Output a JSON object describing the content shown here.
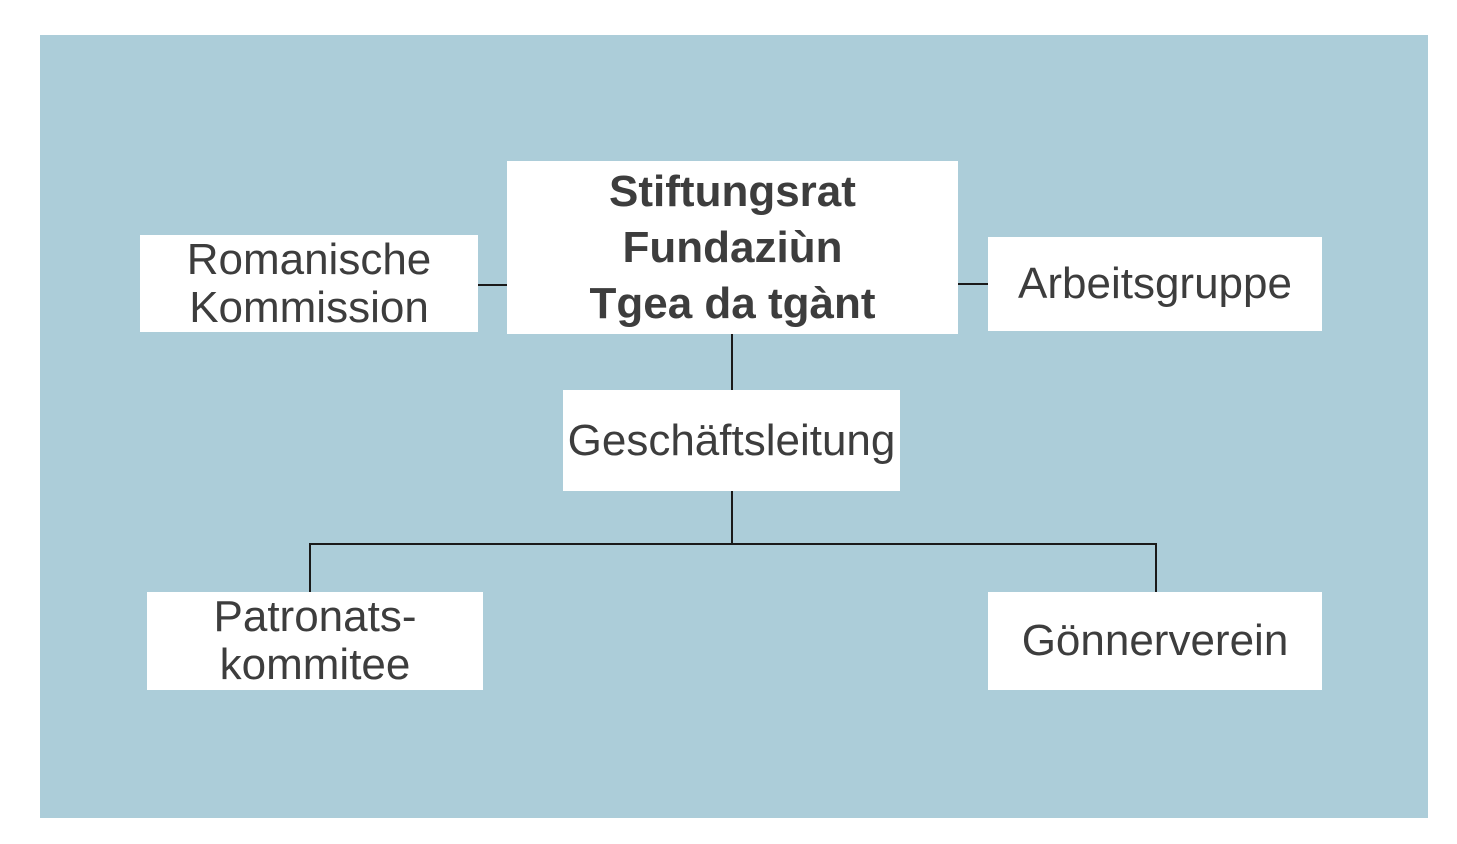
{
  "colors": {
    "page-bg": "#ffffff",
    "canvas-bg": "#accdd9",
    "box-bg": "#ffffff",
    "edge": "#1a1a1a",
    "text": "#3d3d3d"
  },
  "diagram": {
    "nodes": [
      {
        "id": "stiftungsrat",
        "lines": [
          "Stiftungsrat",
          "Fundaziùn",
          "Tgea da tgànt"
        ],
        "emphasis": "bold"
      },
      {
        "id": "romanische-kommission",
        "lines": [
          "Romanische",
          "Kommission"
        ],
        "emphasis": "normal"
      },
      {
        "id": "arbeitsgruppe",
        "lines": [
          "Arbeitsgruppe"
        ],
        "emphasis": "normal"
      },
      {
        "id": "geschaeftsleitung",
        "lines": [
          "Geschäftsleitung"
        ],
        "emphasis": "normal"
      },
      {
        "id": "patronats-kommitee",
        "lines": [
          "Patronats-",
          "kommitee"
        ],
        "emphasis": "normal"
      },
      {
        "id": "goennerverein",
        "lines": [
          "Gönnerverein"
        ],
        "emphasis": "normal"
      }
    ],
    "edges": [
      {
        "from": "romanische-kommission",
        "to": "stiftungsrat"
      },
      {
        "from": "stiftungsrat",
        "to": "arbeitsgruppe"
      },
      {
        "from": "stiftungsrat",
        "to": "geschaeftsleitung"
      },
      {
        "from": "geschaeftsleitung",
        "to": "patronats-kommitee"
      },
      {
        "from": "geschaeftsleitung",
        "to": "goennerverein"
      }
    ]
  }
}
